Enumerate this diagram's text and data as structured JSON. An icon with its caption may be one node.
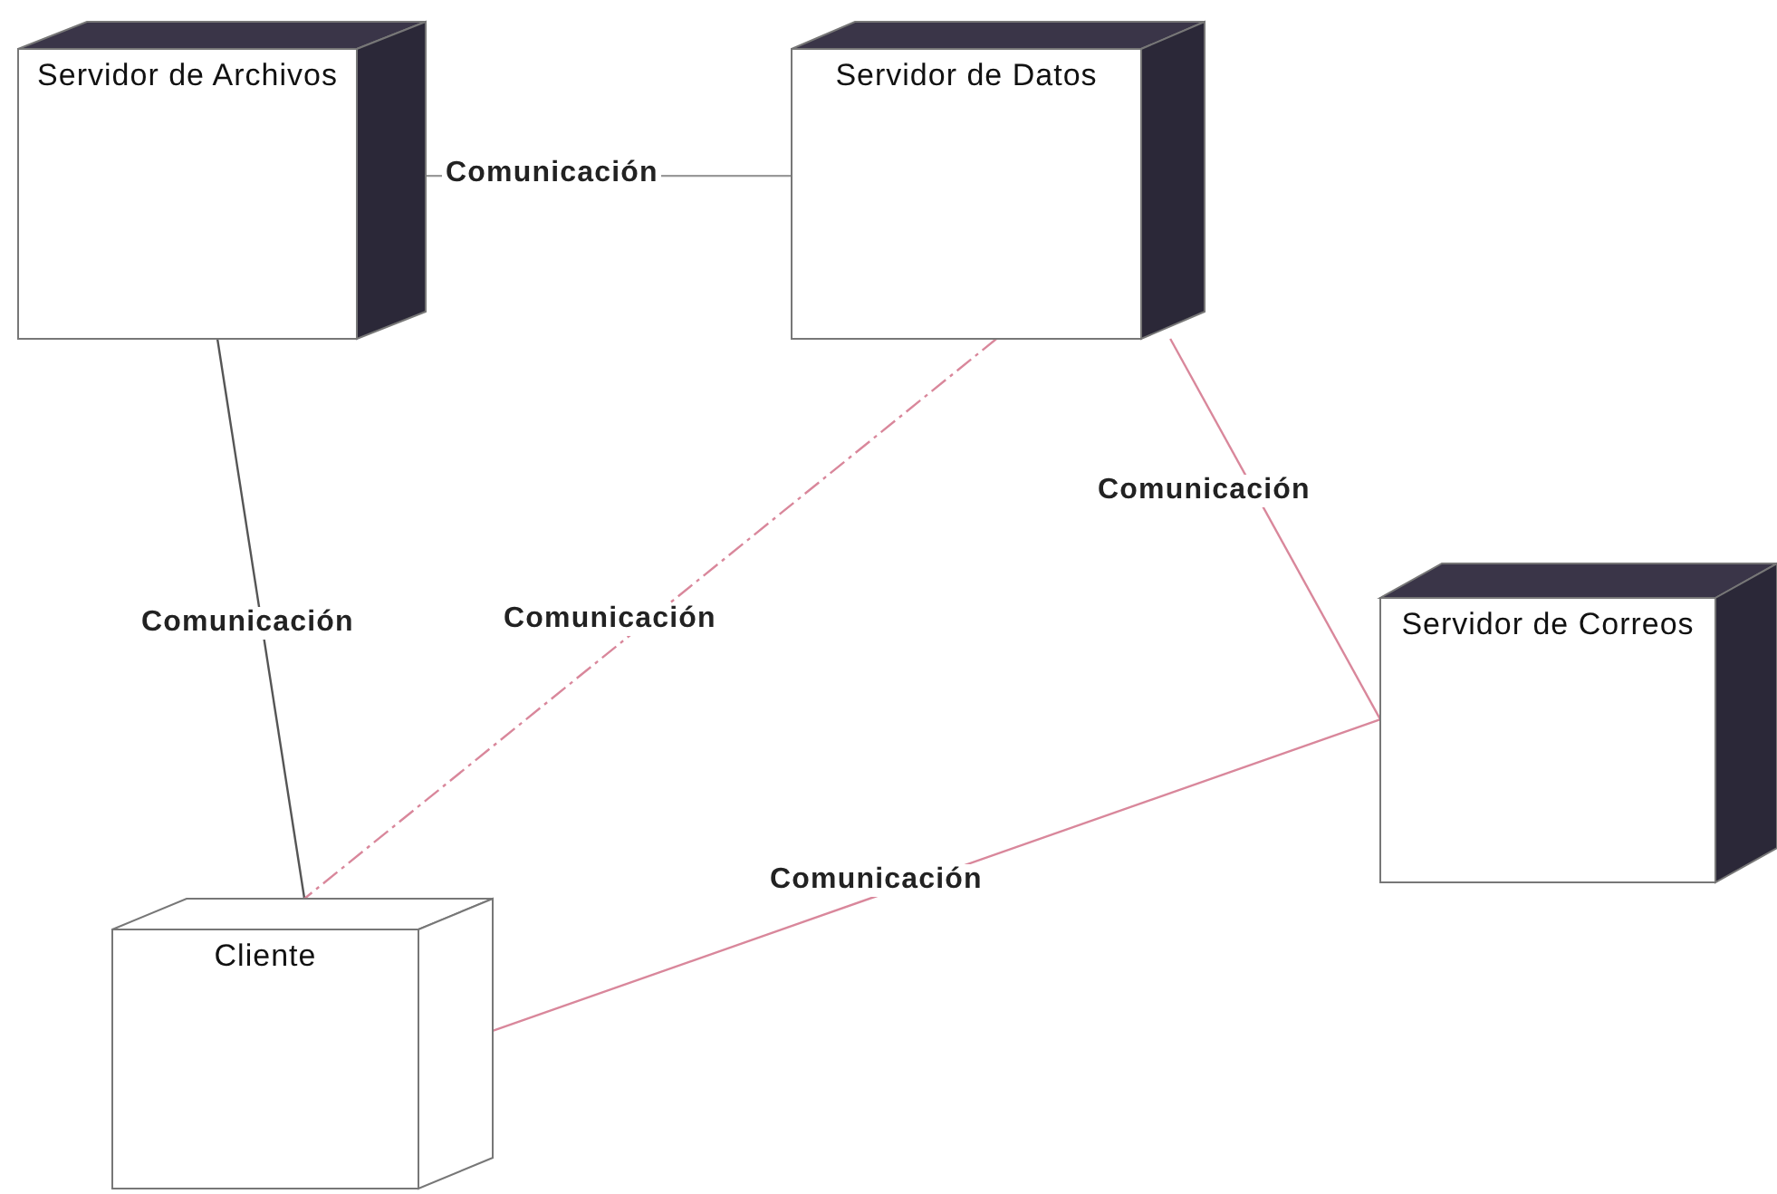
{
  "diagram": {
    "nodes": [
      {
        "text": [
          "Servidor de Archivos"
        ]
      },
      {
        "text": [
          "Servidor de Datos"
        ]
      },
      {
        "text": [
          "Servidor de Correos"
        ]
      },
      {
        "text": [
          "Cliente"
        ]
      }
    ],
    "edges": [
      {
        "from": 0,
        "to": 1,
        "arrow": "none",
        "label": "Comunicación"
      },
      {
        "from": 0,
        "to": 3,
        "arrow": "none",
        "label": "Comunicación",
        "color": "#555555"
      },
      {
        "from": 1,
        "to": 3,
        "arrow": "none",
        "label": "Comunicación",
        "style": "dashed",
        "color": "#d9879b"
      },
      {
        "from": 1,
        "to": 2,
        "arrow": "none",
        "label": "Comunicación",
        "color": "#d9879b"
      },
      {
        "from": 3,
        "to": 2,
        "arrow": "none",
        "label": "Comunicación",
        "color": "#d9879b"
      }
    ]
  }
}
